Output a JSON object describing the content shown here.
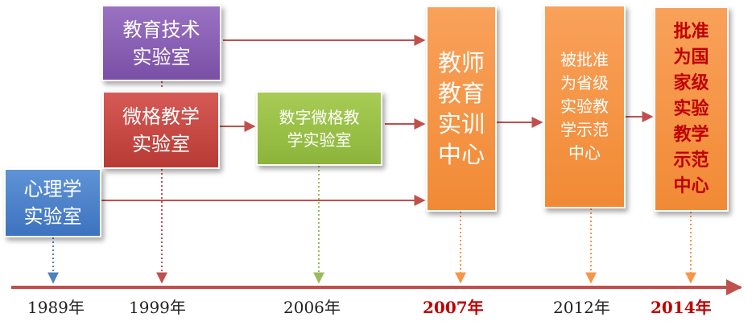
{
  "boxes": {
    "edu_tech": "教育技术\n实验室",
    "microteach": "微格教学\n实验室",
    "psych": "心理学\n实验室",
    "digital_micro": "数字微格教\n学实验室",
    "teacher_center": "教师\n教育\n实训\n中心",
    "provincial": "被批准\n为省级\n实验教\n学示范\n中心",
    "national": "批准\n为国\n家级\n实验\n教学\n示范\n中心"
  },
  "years": [
    "1989年",
    "1999年",
    "2006年",
    "2007年",
    "2012年",
    "2014年"
  ],
  "highlight_years": [
    "2007年",
    "2014年"
  ],
  "colors": {
    "purple": "#8560b2",
    "red": "#c0504d",
    "blue": "#4f81bd",
    "green": "#9bbb59",
    "orange": "#f79646",
    "arrow": "#c0504d",
    "highlight_text": "#c00000"
  }
}
